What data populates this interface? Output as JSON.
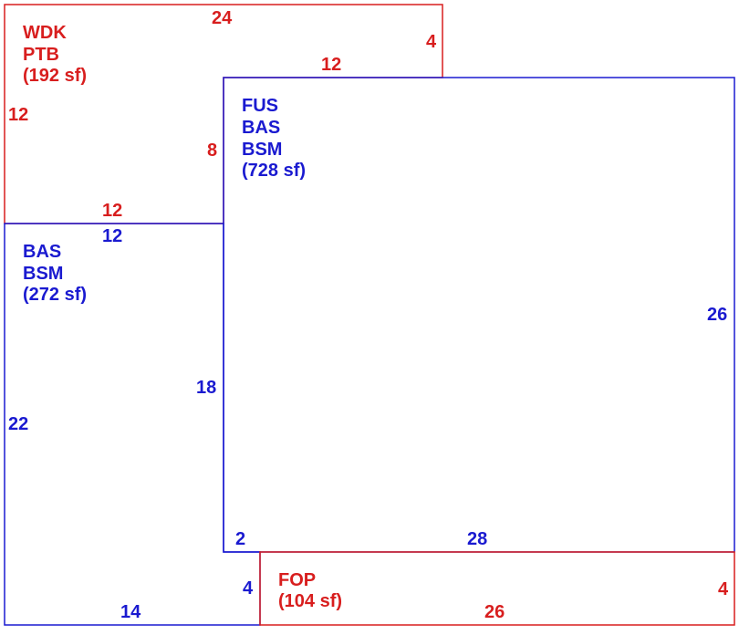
{
  "colors": {
    "red": "#d81e1e",
    "blue": "#1a1ad0"
  },
  "areas": {
    "wdk": {
      "line1": "WDK",
      "line2": "PTB",
      "area": "(192 sf)"
    },
    "fus": {
      "line1": "FUS",
      "line2": "BAS",
      "line3": "BSM",
      "area": "(728 sf)"
    },
    "bas": {
      "line1": "BAS",
      "line2": "BSM",
      "area": "(272 sf)"
    },
    "fop": {
      "line1": "FOP",
      "area": "(104 sf)"
    }
  },
  "dims": {
    "wdk_top": "24",
    "wdk_right": "4",
    "wdk_top_step": "12",
    "wdk_left": "12",
    "wdk_inner": "8",
    "wdk_bottom": "12",
    "bas_top": "12",
    "bas_left": "22",
    "bas_inner": "18",
    "bas_bottom": "14",
    "fus_right": "26",
    "fus_notch": "2",
    "fus_bottom": "28",
    "fop_left": "4",
    "fop_right": "4",
    "fop_bottom": "26"
  }
}
